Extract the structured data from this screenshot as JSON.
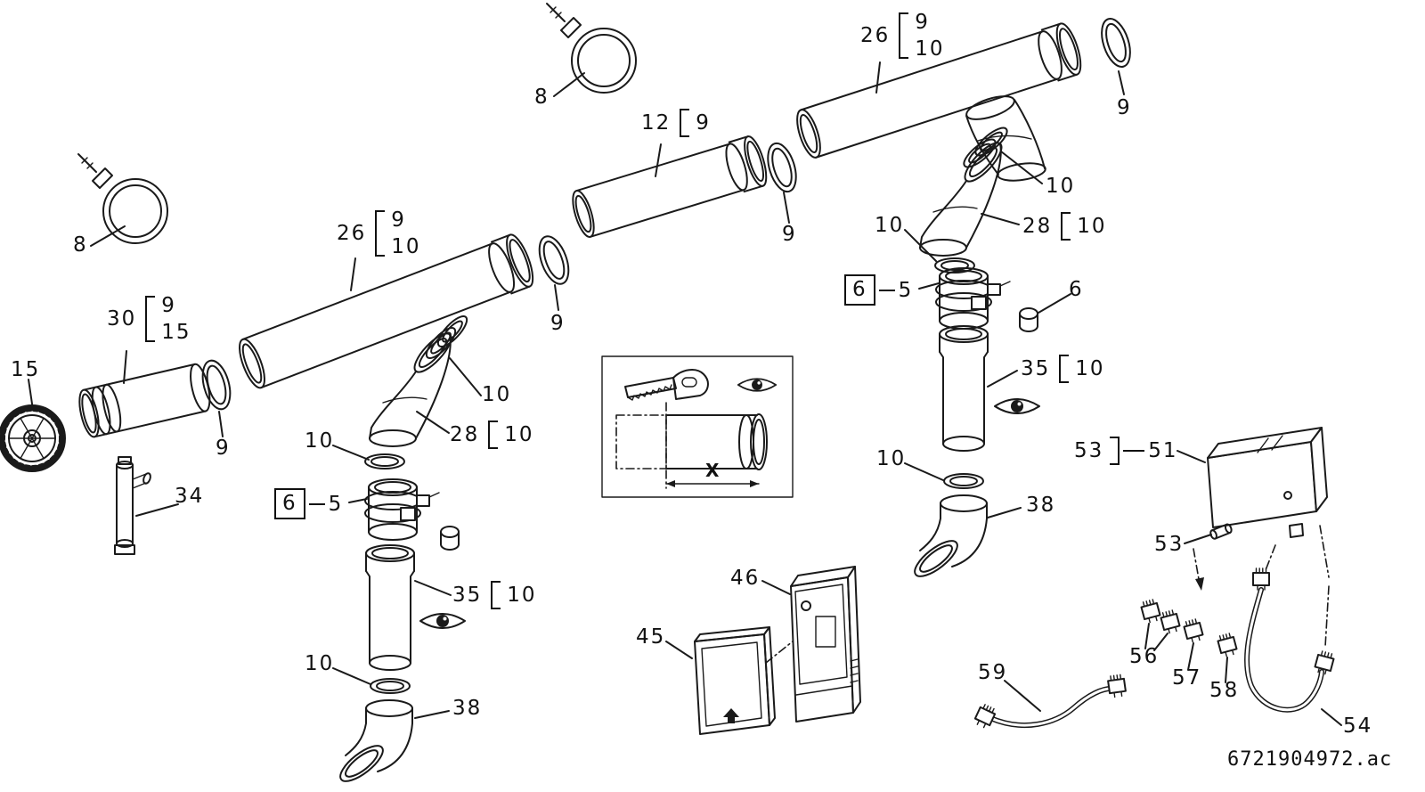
{
  "document": {
    "drawing_code": "6721904972.ac"
  },
  "inset": {
    "dimension_label": "X"
  },
  "callouts": {
    "clamp_top_left": {
      "label": "8"
    },
    "clamp_top_center": {
      "label": "8"
    },
    "pipe26_left": {
      "label": "26",
      "includes": [
        "9",
        "10"
      ]
    },
    "pipe12": {
      "label": "12",
      "includes": [
        "9"
      ]
    },
    "pipe26_right": {
      "label": "26",
      "includes": [
        "9",
        "10"
      ]
    },
    "gasket9_top_right": {
      "label": "9"
    },
    "gasket9_middle": {
      "label": "9"
    },
    "gasket9_left": {
      "label": "9"
    },
    "terminal_pipe30": {
      "label": "30",
      "includes": [
        "9",
        "15"
      ]
    },
    "terminal_grille15": {
      "label": "15"
    },
    "gasket9_terminal": {
      "label": "9"
    },
    "drain_pipe34": {
      "label": "34"
    },
    "seal_rings10_left": {
      "label": "10"
    },
    "elbow28_left": {
      "label": "28",
      "includes": [
        "10"
      ]
    },
    "gasket10_left_top": {
      "label": "10"
    },
    "clamp_collar_left": {
      "box_label": "6",
      "label": "5"
    },
    "pipe35_left": {
      "label": "35",
      "includes": [
        "10"
      ]
    },
    "gasket10_left_bottom": {
      "label": "10"
    },
    "elbow38_left": {
      "label": "38"
    },
    "seal_rings10_right": {
      "label": "10"
    },
    "elbow28_right": {
      "label": "28",
      "includes": [
        "10"
      ]
    },
    "gasket10_right_top": {
      "label": "10"
    },
    "clamp_collar_right": {
      "box_label": "6",
      "label": "5"
    },
    "cap6_right": {
      "label": "6"
    },
    "pipe35_right": {
      "label": "35",
      "includes": [
        "10"
      ]
    },
    "gasket10_right_bottom": {
      "label": "10"
    },
    "elbow38_right": {
      "label": "38"
    },
    "cover_panel45": {
      "label": "45"
    },
    "control_box46": {
      "label": "46"
    },
    "module51": {
      "sub_label": "53",
      "label": "51"
    },
    "pin53": {
      "label": "53"
    },
    "connector56": {
      "label": "56"
    },
    "connector57": {
      "label": "57"
    },
    "connector58": {
      "label": "58"
    },
    "cable59": {
      "label": "59"
    },
    "cable54": {
      "label": "54"
    }
  }
}
